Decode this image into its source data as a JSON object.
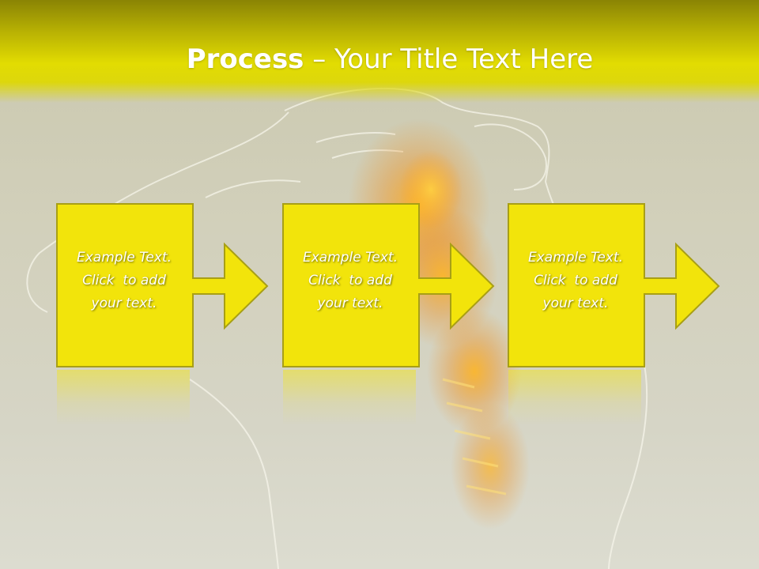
{
  "slide": {
    "title_bold": "Process",
    "title_rest": " – Your Title Text Here"
  },
  "steps": [
    {
      "line1": "Example Text.",
      "line2": "Click  to add",
      "line3": "your text."
    },
    {
      "line1": "Example Text.",
      "line2": "Click  to add",
      "line3": "your text."
    },
    {
      "line1": "Example Text.",
      "line2": "Click  to add",
      "line3": "your text."
    }
  ],
  "colors": {
    "accent_yellow": "#f2e40b",
    "accent_border": "#a89f16",
    "title_band": "#e2dc02",
    "text": "#ffffff"
  }
}
